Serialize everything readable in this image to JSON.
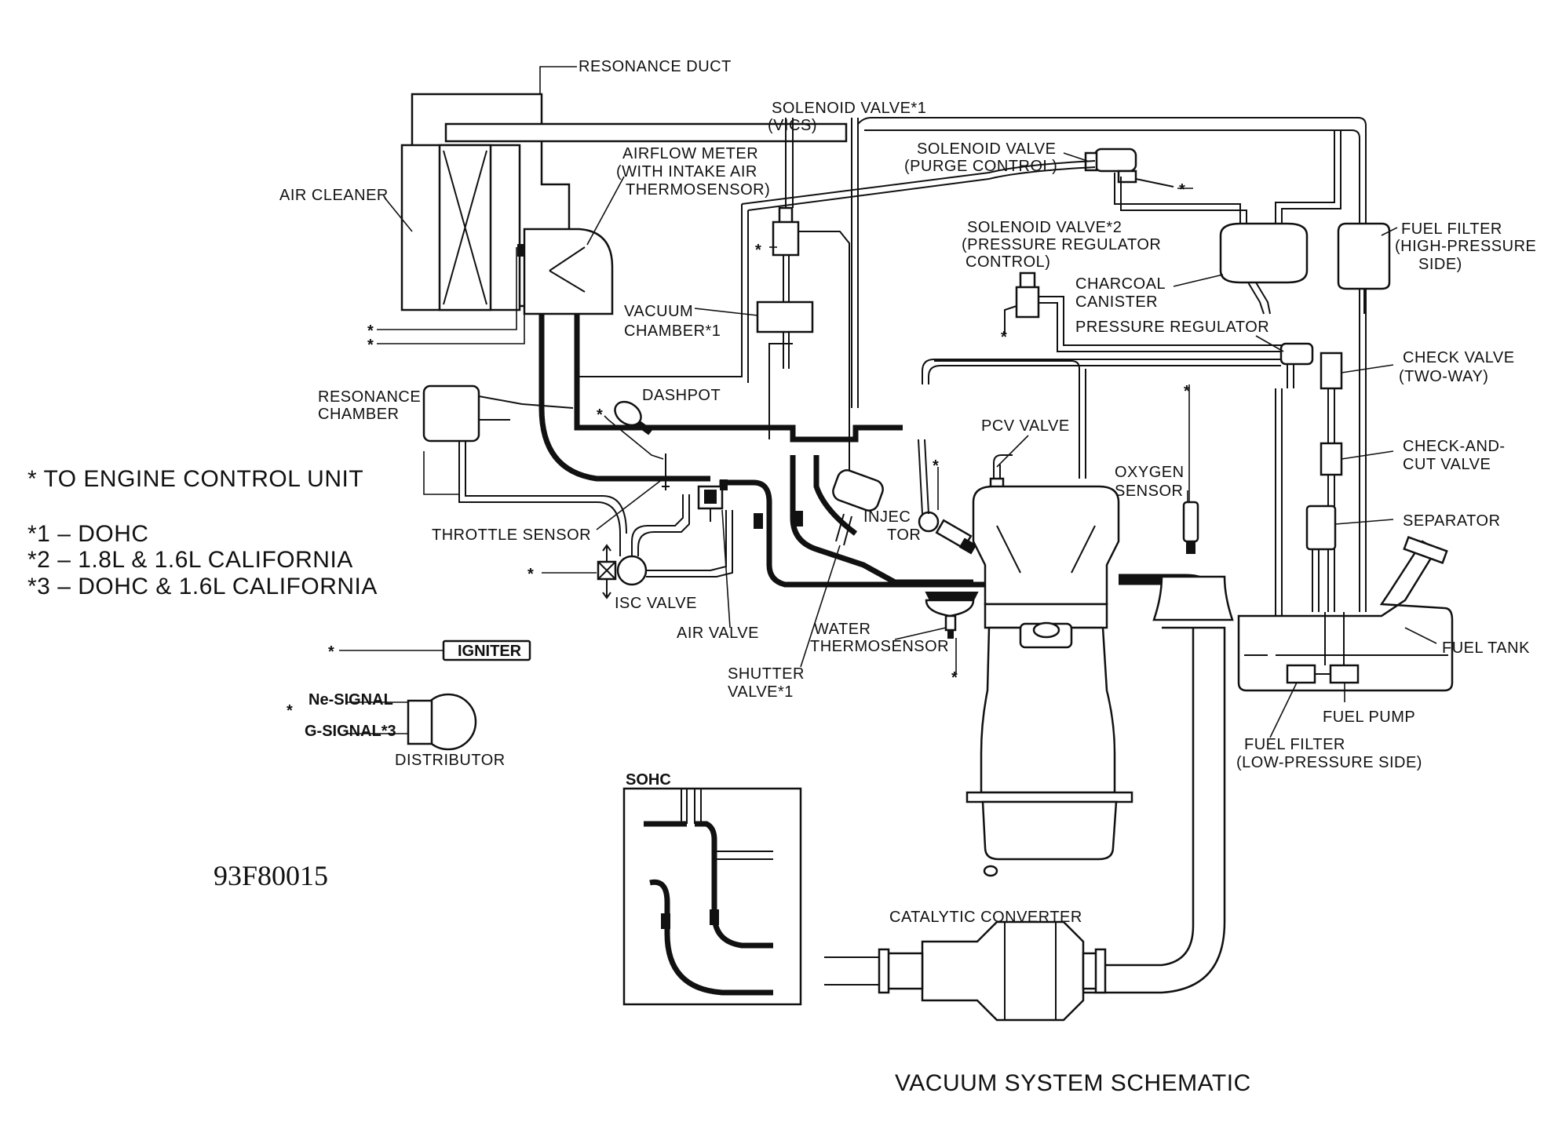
{
  "labels": {
    "resonance_duct": "RESONANCE DUCT",
    "air_cleaner": "AIR CLEANER",
    "airflow_meter_1": "AIRFLOW METER",
    "airflow_meter_2": "(WITH INTAKE AIR",
    "airflow_meter_3": "THERMOSENSOR)",
    "solenoid_vics_1": "SOLENOID VALVE*1",
    "solenoid_vics_2": "(VICS)",
    "solenoid_purge_1": "SOLENOID VALVE",
    "solenoid_purge_2": "(PURGE CONTROL)",
    "fuel_filter_hp_1": "FUEL FILTER",
    "fuel_filter_hp_2": "(HIGH-PRESSURE",
    "fuel_filter_hp_3": "SIDE)",
    "solenoid_prc_1": "SOLENOID VALVE*2",
    "solenoid_prc_2": "(PRESSURE REGULATOR",
    "solenoid_prc_3": "CONTROL)",
    "charcoal_1": "CHARCOAL",
    "charcoal_2": "CANISTER",
    "vacuum_chamber_1": "VACUUM",
    "vacuum_chamber_2": "CHAMBER*1",
    "pressure_regulator": "PRESSURE REGULATOR",
    "check_valve_1": "CHECK VALVE",
    "check_valve_2": "(TWO-WAY)",
    "resonance_chamber_1": "RESONANCE",
    "resonance_chamber_2": "CHAMBER",
    "dashpot": "DASHPOT",
    "pcv_valve": "PCV VALVE",
    "check_cut_1": "CHECK-AND-",
    "check_cut_2": "CUT VALVE",
    "oxygen_1": "OXYGEN",
    "oxygen_2": "SENSOR",
    "injector_1": "INJEC",
    "injector_2": "TOR",
    "separator": "SEPARATOR",
    "throttle_sensor": "THROTTLE SENSOR",
    "isc_valve": "ISC VALVE",
    "air_valve": "AIR VALVE",
    "water_thermo_1": "WATER",
    "water_thermo_2": "THERMOSENSOR",
    "shutter_1": "SHUTTER",
    "shutter_2": "VALVE*1",
    "fuel_tank": "FUEL TANK",
    "fuel_pump": "FUEL PUMP",
    "fuel_filter_lp_1": "FUEL FILTER",
    "fuel_filter_lp_2": "(LOW-PRESSURE SIDE)",
    "igniter": "IGNITER",
    "ne_signal": "Ne-SIGNAL",
    "g_signal": "G-SIGNAL*3",
    "distributor": "DISTRIBUTOR",
    "sohc": "SOHC",
    "catalytic": "CATALYTIC CONVERTER",
    "asterisk": "*"
  },
  "legend": {
    "line0": "* TO ENGINE CONTROL UNIT",
    "line1": "*1  –  DOHC",
    "line2": "*2  –  1.8L & 1.6L CALIFORNIA",
    "line3": "*3  –  DOHC & 1.6L CALIFORNIA"
  },
  "figure_id": "93F80015",
  "caption": "VACUUM SYSTEM SCHEMATIC"
}
